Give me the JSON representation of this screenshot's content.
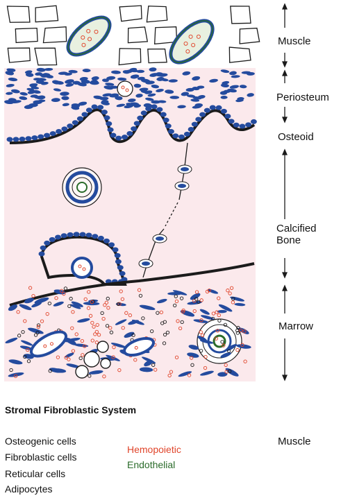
{
  "zones": [
    {
      "label": "Muscle"
    },
    {
      "label": "Periosteum"
    },
    {
      "label": "Osteoid"
    },
    {
      "label": "Calcified Bone"
    },
    {
      "label": "Marrow"
    }
  ],
  "legend": {
    "title": "Stromal Fibroblastic System",
    "items": [
      "Osteogenic cells",
      "Fibroblastic cells",
      "Reticular cells",
      "Adipocytes"
    ],
    "hemopoietic": {
      "label": "Hemopoietic",
      "color": "#e0442a"
    },
    "endothelial": {
      "label": "Endothelial",
      "color": "#2a6b2a"
    },
    "side_label": "Muscle"
  },
  "colors": {
    "bone_pink": "#fbe9ec",
    "cell_blue": "#244b9e",
    "outline": "#1b1b1b"
  }
}
